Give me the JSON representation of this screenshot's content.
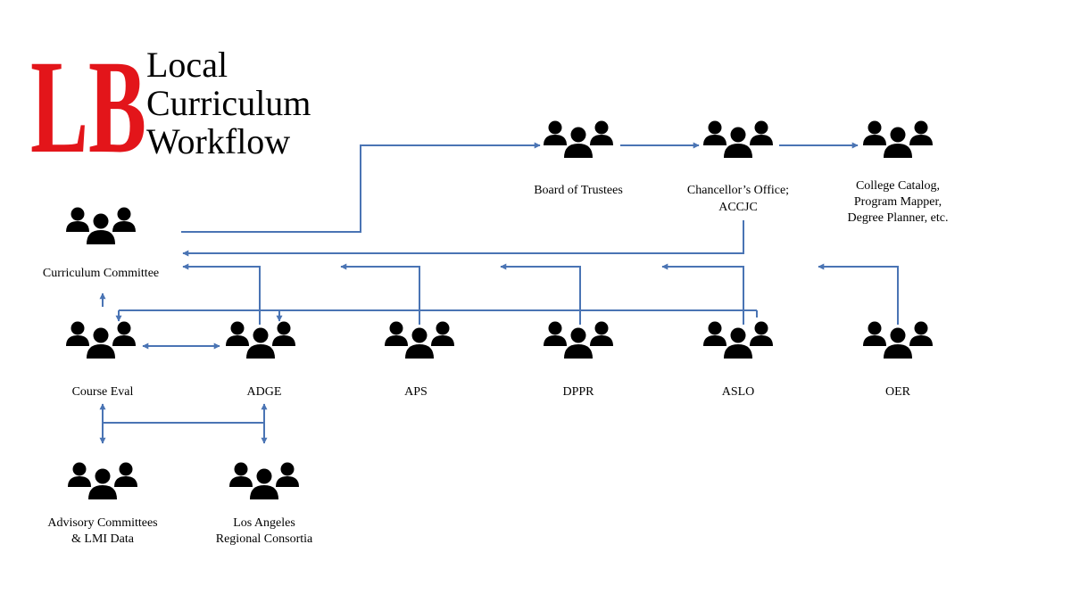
{
  "title_lines": [
    "Local",
    "Curriculum",
    "Workflow"
  ],
  "logo": {
    "text": "LB",
    "color": "#e3151a"
  },
  "colors": {
    "connector": "#4a74b4",
    "icon": "#000000"
  },
  "nodes": [
    {
      "id": "curriculum-committee",
      "label": [
        "Curriculum Committee"
      ],
      "icon": "group-icon"
    },
    {
      "id": "board-of-trustees",
      "label": [
        "Board of Trustees"
      ],
      "icon": "group-icon"
    },
    {
      "id": "chancellors-office",
      "label": [
        "Chancellor’s Office;",
        "ACCJC"
      ],
      "icon": "group-icon"
    },
    {
      "id": "college-catalog",
      "label": [
        "College Catalog,",
        "Program Mapper,",
        "Degree Planner, etc."
      ],
      "icon": "group-icon"
    },
    {
      "id": "course-eval",
      "label": [
        "Course Eval"
      ],
      "icon": "group-icon"
    },
    {
      "id": "adge",
      "label": [
        "ADGE"
      ],
      "icon": "group-icon"
    },
    {
      "id": "aps",
      "label": [
        "APS"
      ],
      "icon": "group-icon"
    },
    {
      "id": "dppr",
      "label": [
        "DPPR"
      ],
      "icon": "group-icon"
    },
    {
      "id": "aslo",
      "label": [
        "ASLO"
      ],
      "icon": "group-icon"
    },
    {
      "id": "oer",
      "label": [
        "OER"
      ],
      "icon": "group-icon"
    },
    {
      "id": "advisory-committees",
      "label": [
        "Advisory Committees",
        "& LMI Data"
      ],
      "icon": "group-icon"
    },
    {
      "id": "la-regional-consortia",
      "label": [
        "Los Angeles",
        "Regional Consortia"
      ],
      "icon": "group-icon"
    }
  ]
}
